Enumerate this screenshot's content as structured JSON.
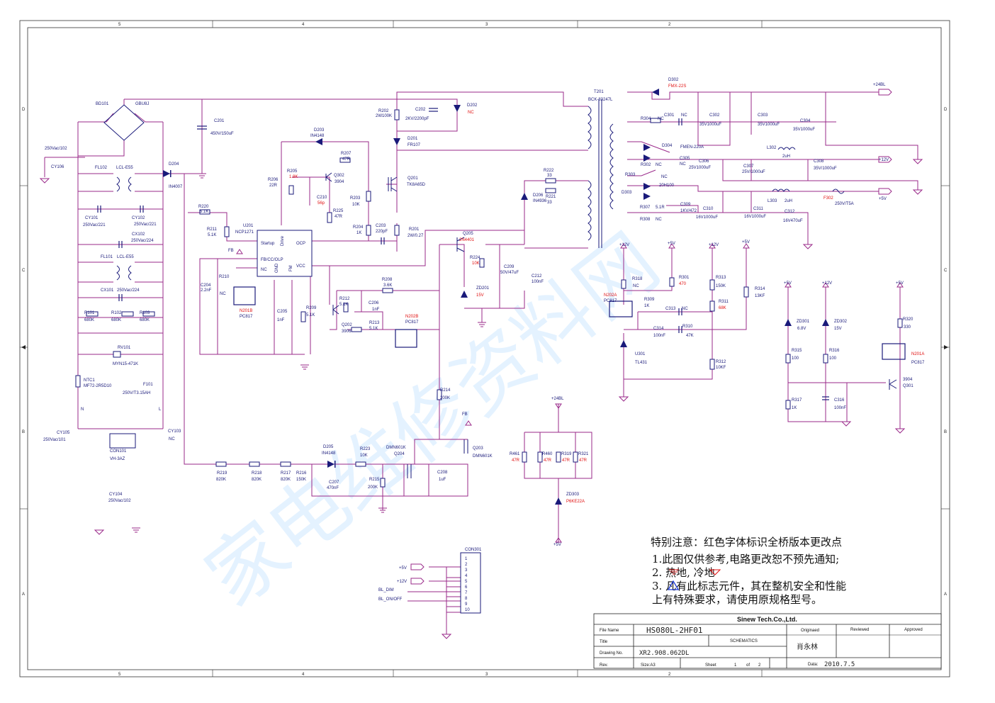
{
  "watermark": "家电维修资料网",
  "border_ticks": {
    "top": [
      "5",
      "4",
      "3",
      "2"
    ],
    "bottom": [
      "5",
      "4",
      "3",
      "2"
    ],
    "left": [
      "D",
      "C",
      "B",
      "A"
    ],
    "right": [
      "D",
      "C",
      "B",
      "A"
    ]
  },
  "components": [
    {
      "id": "BD101",
      "t": "BD101"
    },
    {
      "id": "GBU8J",
      "t": "GBU8J"
    },
    {
      "id": "C201",
      "t": "C201"
    },
    {
      "id": "C201v",
      "t": "450V/150uF"
    },
    {
      "id": "CY106",
      "t": "CY106"
    },
    {
      "id": "CY106v",
      "t": "250Vac/102"
    },
    {
      "id": "FL102",
      "t": "FL102"
    },
    {
      "id": "FL102v",
      "t": "LCL-E55"
    },
    {
      "id": "D204",
      "t": "D204"
    },
    {
      "id": "D204v",
      "t": "IN4007"
    },
    {
      "id": "CY101",
      "t": "CY101"
    },
    {
      "id": "CY101v",
      "t": "250Vac/221"
    },
    {
      "id": "CY102",
      "t": "CY102"
    },
    {
      "id": "CY102v",
      "t": "250Vac/221"
    },
    {
      "id": "CX102",
      "t": "CX102"
    },
    {
      "id": "CX102v",
      "t": "250Vac/224"
    },
    {
      "id": "FL101",
      "t": "FL101"
    },
    {
      "id": "FL101v",
      "t": "LCL-E55"
    },
    {
      "id": "CX101",
      "t": "CX101"
    },
    {
      "id": "CX101v",
      "t": "250Vac/224"
    },
    {
      "id": "R101",
      "t": "R101"
    },
    {
      "id": "R101v",
      "t": "680K"
    },
    {
      "id": "R102",
      "t": "R102"
    },
    {
      "id": "R102v",
      "t": "680K"
    },
    {
      "id": "R103",
      "t": "R103"
    },
    {
      "id": "R103v",
      "t": "680K"
    },
    {
      "id": "RV101",
      "t": "RV101"
    },
    {
      "id": "RV101v",
      "t": "MYN15-471K"
    },
    {
      "id": "NTC1",
      "t": "NTC1"
    },
    {
      "id": "NTC1v",
      "t": "MF72-2R5D10"
    },
    {
      "id": "F101",
      "t": "F101"
    },
    {
      "id": "F101v",
      "t": "250V/T3.15AH"
    },
    {
      "id": "N",
      "t": "N"
    },
    {
      "id": "L",
      "t": "L"
    },
    {
      "id": "CY105",
      "t": "CY105"
    },
    {
      "id": "CY105v",
      "t": "250Vac/101"
    },
    {
      "id": "CY103",
      "t": "CY103"
    },
    {
      "id": "CY103v",
      "t": "NC"
    },
    {
      "id": "CON101",
      "t": "CON101"
    },
    {
      "id": "CON101v",
      "t": "VH-3AZ"
    },
    {
      "id": "CY104",
      "t": "CY104"
    },
    {
      "id": "CY104v",
      "t": "250Vac/102"
    },
    {
      "id": "R220",
      "t": "R220"
    },
    {
      "id": "R220v",
      "t": "5.1K"
    },
    {
      "id": "R211",
      "t": "R211"
    },
    {
      "id": "R211v",
      "t": "5.1K"
    },
    {
      "id": "U201",
      "t": "U201"
    },
    {
      "id": "U201v",
      "t": "NCP1271"
    },
    {
      "id": "D203",
      "t": "D203"
    },
    {
      "id": "D203v",
      "t": "IN4148"
    },
    {
      "id": "R206",
      "t": "R206"
    },
    {
      "id": "R206v",
      "t": "22R"
    },
    {
      "id": "R205",
      "t": "R205"
    },
    {
      "id": "Q302",
      "t": "Q302"
    },
    {
      "id": "Q302v",
      "t": "3904"
    },
    {
      "id": "R207",
      "t": "R207"
    },
    {
      "id": "R207v",
      "t": "47R"
    },
    {
      "id": "C210",
      "t": "C210"
    },
    {
      "id": "R225",
      "t": "R225"
    },
    {
      "id": "R225v",
      "t": "47R"
    },
    {
      "id": "R203",
      "t": "R203"
    },
    {
      "id": "R203v",
      "t": "10K"
    },
    {
      "id": "R204",
      "t": "R204"
    },
    {
      "id": "R204v",
      "t": "1K"
    },
    {
      "id": "C203",
      "t": "C203"
    },
    {
      "id": "C203v",
      "t": "220pF"
    },
    {
      "id": "R202",
      "t": "R202"
    },
    {
      "id": "R202v",
      "t": "2W100K"
    },
    {
      "id": "C202",
      "t": "C202"
    },
    {
      "id": "C202v",
      "t": "2KV/2200pF"
    },
    {
      "id": "D202",
      "t": "D202"
    },
    {
      "id": "D201",
      "t": "D201"
    },
    {
      "id": "D201v",
      "t": "FR107"
    },
    {
      "id": "Q201",
      "t": "Q201"
    },
    {
      "id": "Q201v",
      "t": "TK8A65D"
    },
    {
      "id": "R201",
      "t": "R201"
    },
    {
      "id": "R201v",
      "t": "2W/0.27"
    },
    {
      "id": "T201",
      "t": "T201"
    },
    {
      "id": "T201v",
      "t": "BCK-83247L"
    },
    {
      "id": "R222",
      "t": "R222"
    },
    {
      "id": "R222v",
      "t": "33"
    },
    {
      "id": "R221",
      "t": "R221"
    },
    {
      "id": "R221v",
      "t": "33"
    },
    {
      "id": "D206",
      "t": "D206"
    },
    {
      "id": "D206v",
      "t": "IN4936"
    },
    {
      "id": "Q205",
      "t": "Q205"
    },
    {
      "id": "R224",
      "t": "R224"
    },
    {
      "id": "C209",
      "t": "C209"
    },
    {
      "id": "C209v",
      "t": "50V/47uF"
    },
    {
      "id": "C212",
      "t": "C212"
    },
    {
      "id": "C212v",
      "t": "100nF"
    },
    {
      "id": "ZD201",
      "t": "ZD201"
    },
    {
      "id": "R208",
      "t": "R208"
    },
    {
      "id": "R208v",
      "t": "3.6K"
    },
    {
      "id": "R212",
      "t": "R212"
    },
    {
      "id": "R212v",
      "t": "5.1K"
    },
    {
      "id": "C206",
      "t": "C206"
    },
    {
      "id": "C206v",
      "t": "1nF"
    },
    {
      "id": "R213",
      "t": "R213"
    },
    {
      "id": "R213v",
      "t": "5.1K"
    },
    {
      "id": "Q202",
      "t": "Q202"
    },
    {
      "id": "Q202v",
      "t": "3906"
    },
    {
      "id": "C204",
      "t": "C204"
    },
    {
      "id": "C204v",
      "t": "2.2nF"
    },
    {
      "id": "R210",
      "t": "R210"
    },
    {
      "id": "R210v",
      "t": "NC"
    },
    {
      "id": "PC817a",
      "t": "PC817"
    },
    {
      "id": "C205",
      "t": "C205"
    },
    {
      "id": "C205v",
      "t": "1nF"
    },
    {
      "id": "R209",
      "t": "R209"
    },
    {
      "id": "R209v",
      "t": "5.1K"
    },
    {
      "id": "PC817b",
      "t": "PC817"
    },
    {
      "id": "FB1",
      "t": "FB"
    },
    {
      "id": "FB2",
      "t": "FB"
    },
    {
      "id": "R214",
      "t": "R214"
    },
    {
      "id": "R214v",
      "t": "200K"
    },
    {
      "id": "R219",
      "t": "R219"
    },
    {
      "id": "R219v",
      "t": "820K"
    },
    {
      "id": "R218",
      "t": "R218"
    },
    {
      "id": "R218v",
      "t": "820K"
    },
    {
      "id": "R217",
      "t": "R217"
    },
    {
      "id": "R217v",
      "t": "820K"
    },
    {
      "id": "R216",
      "t": "R216"
    },
    {
      "id": "R216v",
      "t": "150K"
    },
    {
      "id": "D205",
      "t": "D205"
    },
    {
      "id": "D205v",
      "t": "IN4148"
    },
    {
      "id": "R223",
      "t": "R223"
    },
    {
      "id": "R223v",
      "t": "10K"
    },
    {
      "id": "Q204",
      "t": "DMN601K"
    },
    {
      "id": "Q204b",
      "t": "Q204"
    },
    {
      "id": "C207",
      "t": "C207"
    },
    {
      "id": "C207v",
      "t": "470nF"
    },
    {
      "id": "R215",
      "t": "R215"
    },
    {
      "id": "R215v",
      "t": "200K"
    },
    {
      "id": "C208",
      "t": "C208"
    },
    {
      "id": "C208v",
      "t": "1uF"
    },
    {
      "id": "Q203",
      "t": "Q203"
    },
    {
      "id": "Q203v",
      "t": "DMN601K"
    },
    {
      "id": "D302",
      "t": "D302"
    },
    {
      "id": "R304",
      "t": "R304"
    },
    {
      "id": "R304v",
      "t": "NC"
    },
    {
      "id": "C301",
      "t": "C301"
    },
    {
      "id": "C301v",
      "t": "NC"
    },
    {
      "id": "C302",
      "t": "C302"
    },
    {
      "id": "C302v",
      "t": "35V1000uF"
    },
    {
      "id": "C303",
      "t": "C303"
    },
    {
      "id": "C303v",
      "t": "35V1000uF"
    },
    {
      "id": "C304",
      "t": "C304"
    },
    {
      "id": "C304v",
      "t": "35V1000uF"
    },
    {
      "id": "p24BL",
      "t": "+24BL"
    },
    {
      "id": "D304",
      "t": "D304"
    },
    {
      "id": "D304v",
      "t": "FMEN-220A"
    },
    {
      "id": "L302",
      "t": "L302"
    },
    {
      "id": "L302v",
      "t": "2uH"
    },
    {
      "id": "p12V",
      "t": "+12V"
    },
    {
      "id": "R303",
      "t": "R303"
    },
    {
      "id": "R302",
      "t": "R302"
    },
    {
      "id": "R302v",
      "t": "NC"
    },
    {
      "id": "C305",
      "t": "C305"
    },
    {
      "id": "C305v",
      "t": "NC"
    },
    {
      "id": "C306",
      "t": "C306"
    },
    {
      "id": "C306v",
      "t": "25V1000uF"
    },
    {
      "id": "C307",
      "t": "C307"
    },
    {
      "id": "C307v",
      "t": "25V/1000uF"
    },
    {
      "id": "C308",
      "t": "C308"
    },
    {
      "id": "C308v",
      "t": "35V/1000uF"
    },
    {
      "id": "D303",
      "t": "D303"
    },
    {
      "id": "D303v",
      "t": "20H100"
    },
    {
      "id": "NC303",
      "t": "NC"
    },
    {
      "id": "R307",
      "t": "R307"
    },
    {
      "id": "R307v",
      "t": "5.1R"
    },
    {
      "id": "R308",
      "t": "R308"
    },
    {
      "id": "R308v",
      "t": "NC"
    },
    {
      "id": "C309",
      "t": "C309"
    },
    {
      "id": "C309v",
      "t": "1KV/472"
    },
    {
      "id": "L303",
      "t": "L303"
    },
    {
      "id": "L303v",
      "t": "2uH"
    },
    {
      "id": "C310",
      "t": "C310"
    },
    {
      "id": "C310v",
      "t": "16V1000uF"
    },
    {
      "id": "C311",
      "t": "C311"
    },
    {
      "id": "C311v",
      "t": "16V1000uF"
    },
    {
      "id": "C312",
      "t": "C312"
    },
    {
      "id": "C312v",
      "t": "16V470uF"
    },
    {
      "id": "F302v",
      "t": "250V/T5A"
    },
    {
      "id": "p5V",
      "t": "+5V"
    },
    {
      "id": "p12a",
      "t": "+12V"
    },
    {
      "id": "p5a",
      "t": "+5V"
    },
    {
      "id": "p12b",
      "t": "+12V"
    },
    {
      "id": "p5b",
      "t": "+5V"
    },
    {
      "id": "R318",
      "t": "R318"
    },
    {
      "id": "R318v",
      "t": "NC"
    },
    {
      "id": "R301",
      "t": "R301"
    },
    {
      "id": "R313",
      "t": "R313"
    },
    {
      "id": "R313v",
      "t": "150K"
    },
    {
      "id": "R314",
      "t": "R314"
    },
    {
      "id": "R314v",
      "t": "13KF"
    },
    {
      "id": "PC817c",
      "t": "PC817"
    },
    {
      "id": "R309",
      "t": "R309"
    },
    {
      "id": "R309v",
      "t": "1K"
    },
    {
      "id": "C313",
      "t": "C313"
    },
    {
      "id": "C313v",
      "t": "NC"
    },
    {
      "id": "R311",
      "t": "R311"
    },
    {
      "id": "C314",
      "t": "C314"
    },
    {
      "id": "C314v",
      "t": "100nF"
    },
    {
      "id": "R310",
      "t": "R310"
    },
    {
      "id": "R310v",
      "t": "47K"
    },
    {
      "id": "U301",
      "t": "U301"
    },
    {
      "id": "U301v",
      "t": "TL431"
    },
    {
      "id": "R312",
      "t": "R312"
    },
    {
      "id": "R312v",
      "t": "10KF"
    },
    {
      "id": "p5c",
      "t": "+5V"
    },
    {
      "id": "p12c",
      "t": "+12V"
    },
    {
      "id": "p5d",
      "t": "+5V"
    },
    {
      "id": "ZD301",
      "t": "ZD301"
    },
    {
      "id": "ZD301v",
      "t": "6.8V"
    },
    {
      "id": "ZD302",
      "t": "ZD302"
    },
    {
      "id": "ZD302v",
      "t": "15V"
    },
    {
      "id": "R320",
      "t": "R320"
    },
    {
      "id": "R320v",
      "t": "330"
    },
    {
      "id": "PC817d",
      "t": "PC817"
    },
    {
      "id": "R315",
      "t": "R315"
    },
    {
      "id": "R315v",
      "t": "100"
    },
    {
      "id": "R316",
      "t": "R316"
    },
    {
      "id": "R316v",
      "t": "100"
    },
    {
      "id": "Q301",
      "t": "3904"
    },
    {
      "id": "Q301b",
      "t": "Q301"
    },
    {
      "id": "R317",
      "t": "R317"
    },
    {
      "id": "R317v",
      "t": "1K"
    },
    {
      "id": "C316",
      "t": "C316"
    },
    {
      "id": "C316v",
      "t": "100nF"
    },
    {
      "id": "p24b",
      "t": "+24BL"
    },
    {
      "id": "R461",
      "t": "R461"
    },
    {
      "id": "R460",
      "t": "R460"
    },
    {
      "id": "R319",
      "t": "R319"
    },
    {
      "id": "R321",
      "t": "R321"
    },
    {
      "id": "ZD303",
      "t": "ZD303"
    },
    {
      "id": "p5e",
      "t": "+5V"
    },
    {
      "id": "CON301",
      "t": "CON301"
    },
    {
      "id": "c5v",
      "t": "+5V"
    },
    {
      "id": "c12v",
      "t": "+12V"
    },
    {
      "id": "cdim",
      "t": "BL_DIM"
    },
    {
      "id": "con",
      "t": "BL_ON/OFF"
    },
    {
      "id": "IC1",
      "t": "Startup"
    },
    {
      "id": "IC2",
      "t": "Drive"
    },
    {
      "id": "IC3",
      "t": "OCP"
    },
    {
      "id": "IC4",
      "t": "FB/CC/OLP"
    },
    {
      "id": "IC5",
      "t": "NC"
    },
    {
      "id": "IC6",
      "t": "GND"
    },
    {
      "id": "IC7",
      "t": "FM"
    },
    {
      "id": "IC8",
      "t": "VCC"
    }
  ],
  "red_labels": [
    {
      "id": "R205v",
      "t": "1.8K"
    },
    {
      "id": "C210v",
      "t": "56p"
    },
    {
      "id": "D202v",
      "t": "NC"
    },
    {
      "id": "Q205v",
      "t": "2N4401"
    },
    {
      "id": "R224v",
      "t": "10K"
    },
    {
      "id": "ZD201v",
      "t": "15V"
    },
    {
      "id": "N201B",
      "t": "N201B"
    },
    {
      "id": "N202B",
      "t": "N202B"
    },
    {
      "id": "D302v",
      "t": "FMX-22S"
    },
    {
      "id": "F302",
      "t": "F302"
    },
    {
      "id": "N202A",
      "t": "N202A"
    },
    {
      "id": "R301v",
      "t": "470"
    },
    {
      "id": "R311v",
      "t": "68K"
    },
    {
      "id": "N201A",
      "t": "N201A"
    },
    {
      "id": "R461v",
      "t": "47R"
    },
    {
      "id": "R460v",
      "t": "47R"
    },
    {
      "id": "R319v",
      "t": "47R"
    },
    {
      "id": "R321v",
      "t": "47R"
    },
    {
      "id": "ZD303v",
      "t": "P6KE22A"
    }
  ],
  "pin_numbers": [
    "1",
    "2",
    "3",
    "4",
    "5",
    "6",
    "7",
    "8",
    "9",
    "10"
  ],
  "notes": {
    "title": "特别注意：红色字体标识全桥版本更改点",
    "line1": "1.此图仅供参考,电路更改恕不预先通知;",
    "line2": "2.  热地,  冷地",
    "line3": "3.  凡有此标志元件，其在整机安全和性能",
    "line4": "上有特殊要求，请使用原规格型号。"
  },
  "title_block": {
    "company": "Sinew Tech.Co.,Ltd.",
    "file_name_label": "File Name",
    "file_name": "HS080L-2HF01",
    "title_label": "Title",
    "title": "SCHEMATICS",
    "drawing_label": "Drawing No.",
    "drawing_no": "XR2.908.062DL",
    "rev_label": "Rev.",
    "size": "Size:A3",
    "sheet_label": "Sheet",
    "sheet": "1",
    "of_label": "of",
    "sheets": "2",
    "originated_label": "Originaed",
    "originator": "肖永林",
    "reviewed_label": "Reviewed",
    "approved_label": "Approved",
    "date_label": "Data:",
    "date": "2010.7.5"
  }
}
